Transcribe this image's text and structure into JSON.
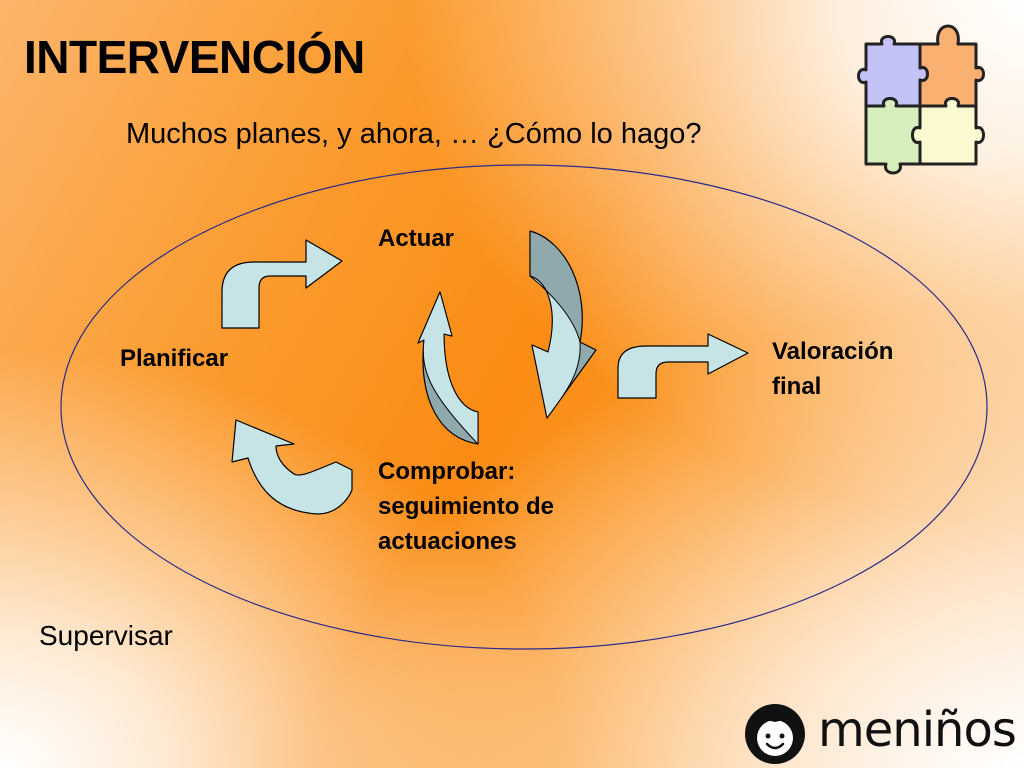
{
  "slide": {
    "title": "INTERVENCIÓN",
    "subtitle": "Muchos planes, y ahora, … ¿Cómo lo hago?"
  },
  "cycle": {
    "actuar": "Actuar",
    "planificar": "Planificar",
    "comprobar_line1": "Comprobar:",
    "comprobar_line2": "seguimiento de",
    "comprobar_line3": "actuaciones",
    "valoracion_line1": "Valoración",
    "valoracion_line2": "final",
    "supervisar": "Supervisar"
  },
  "brand": {
    "name": "meniños"
  },
  "colors": {
    "arrow_light": "#c6e4e6",
    "arrow_dark": "#8fa9ad",
    "ellipse": "#2b2a8a",
    "puzzle_purple": "#c2c2f6",
    "puzzle_orange": "#fab070",
    "puzzle_green": "#d6eebc",
    "puzzle_yellow": "#fcfad0"
  }
}
